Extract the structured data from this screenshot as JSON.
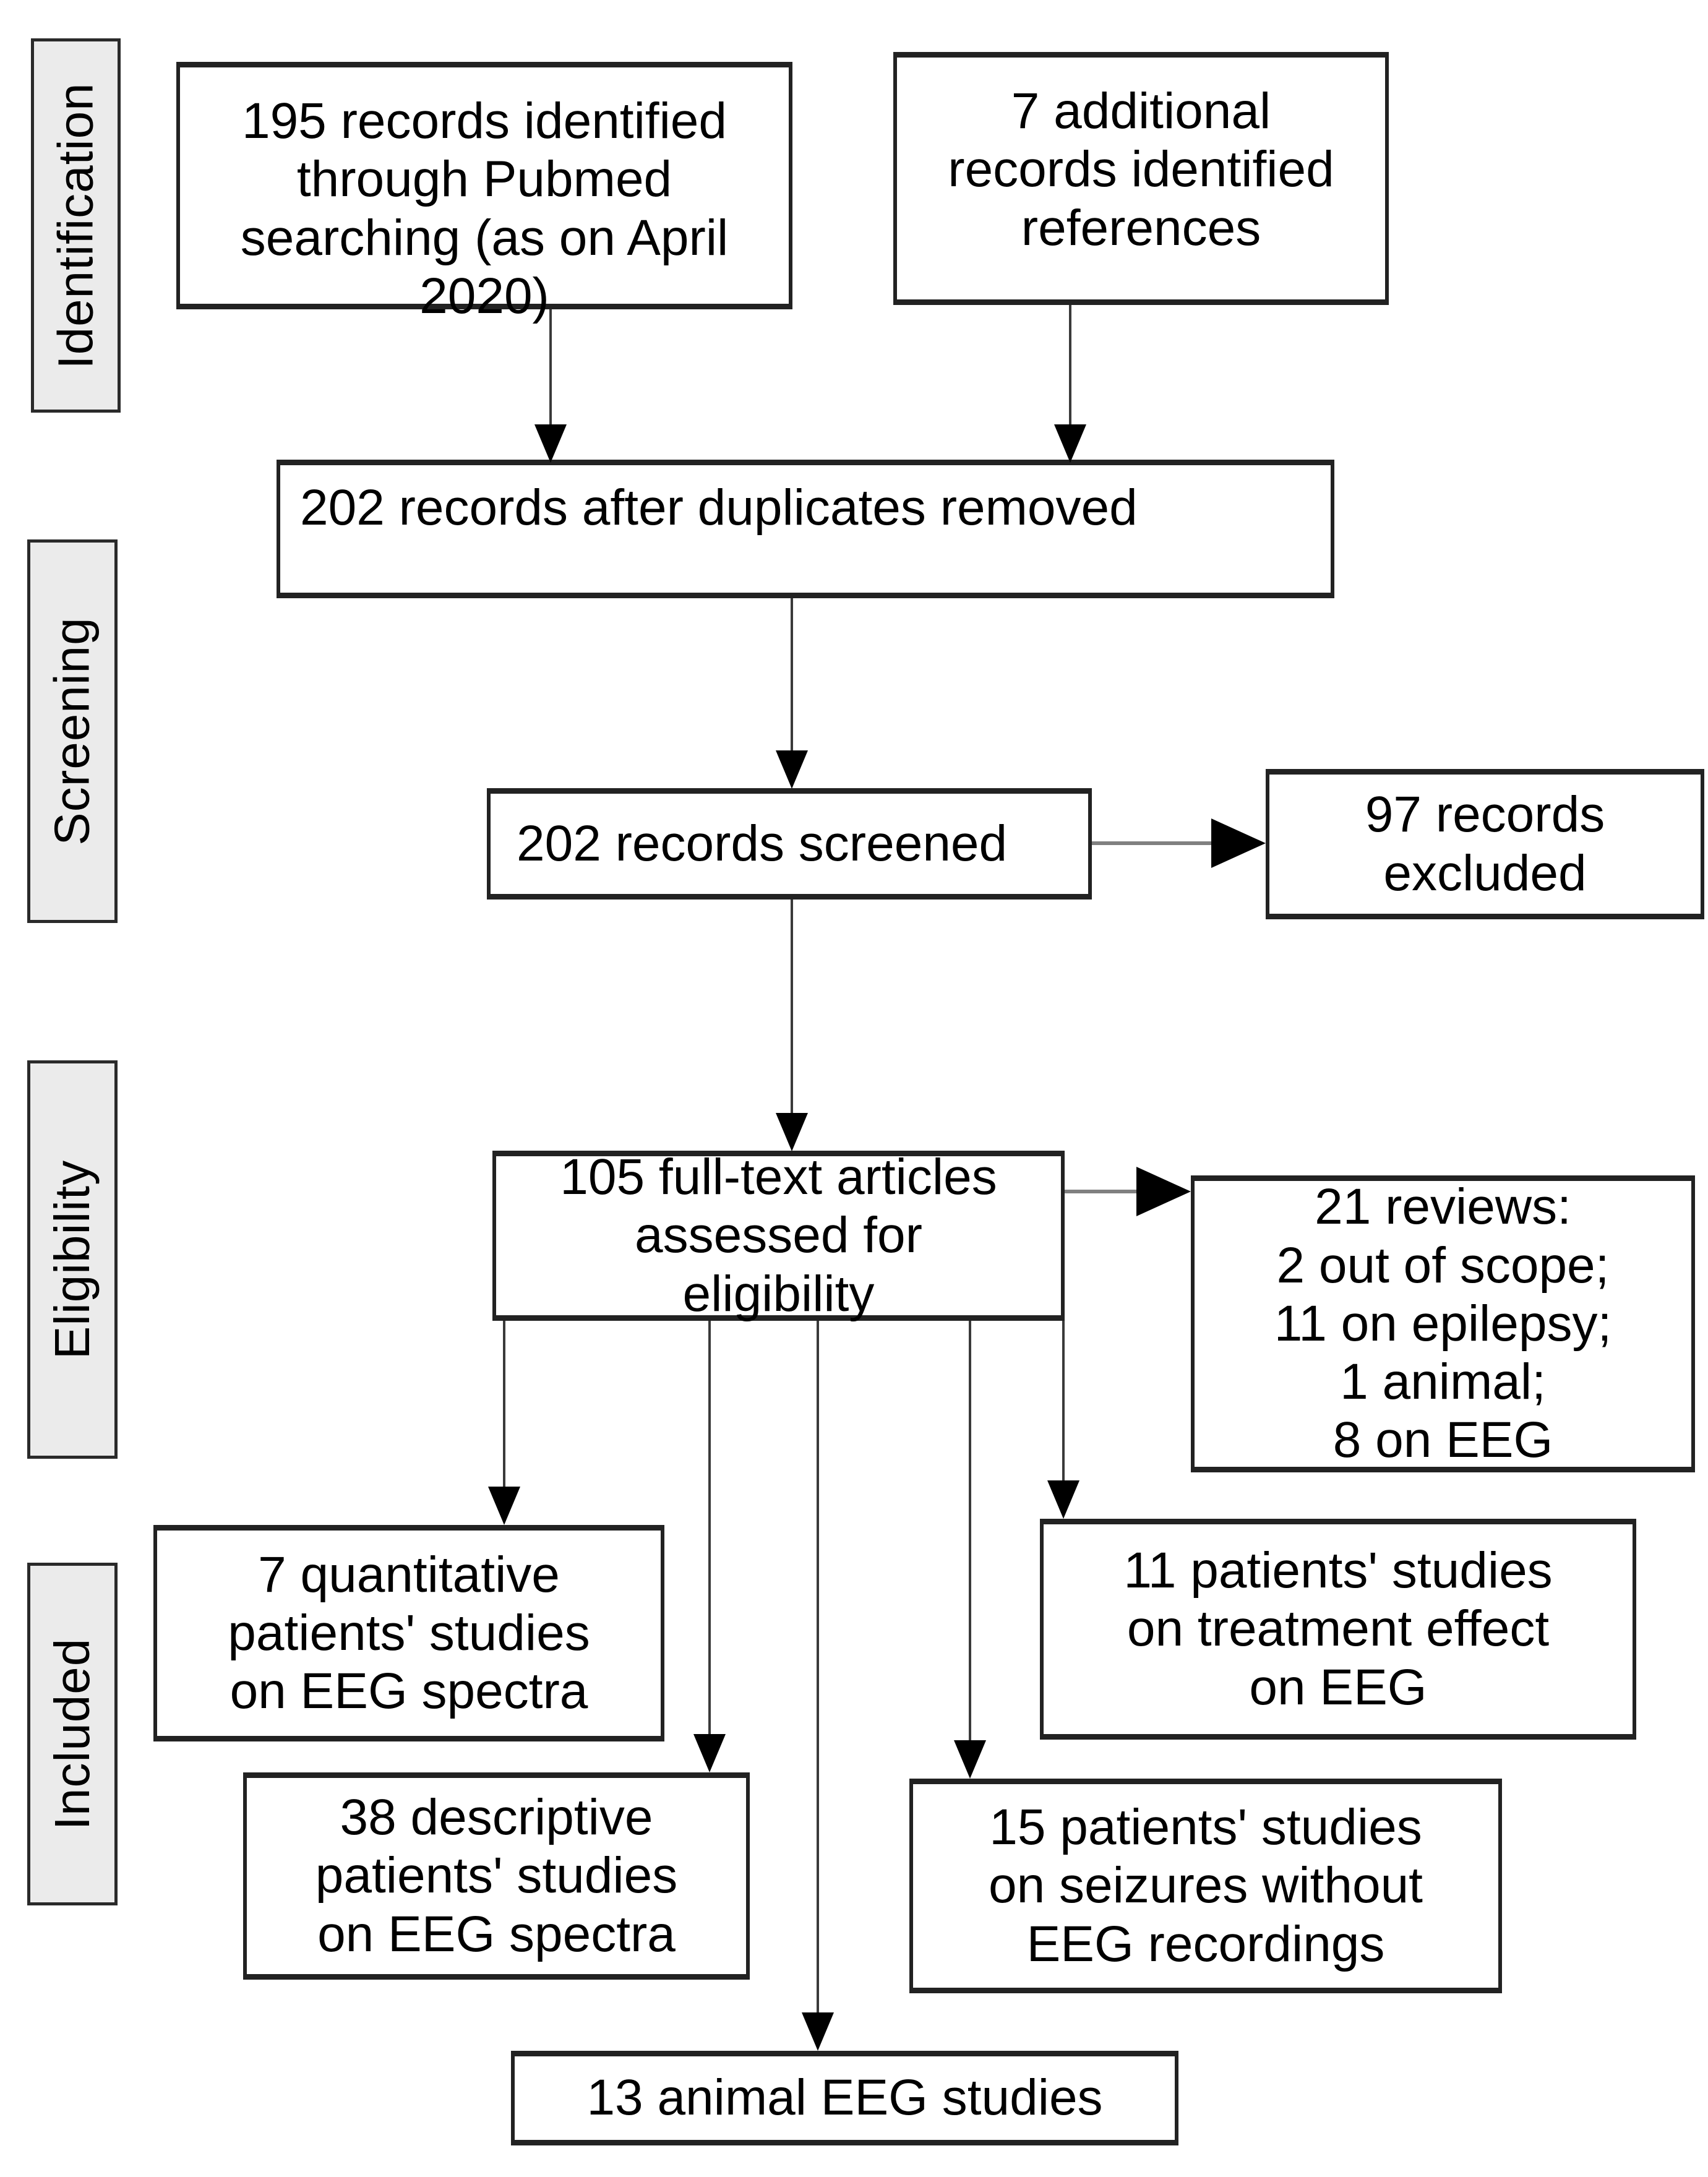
{
  "diagram_title": "PRISMA study selection flow diagram",
  "stages": {
    "identification": {
      "label": "Identification"
    },
    "screening": {
      "label": "Screening"
    },
    "eligibility": {
      "label": "Eligibility"
    },
    "included": {
      "label": "Included"
    }
  },
  "nodes": {
    "identified": {
      "text": "195 records identified\nthrough Pubmed\nsearching (as on April\n2020)"
    },
    "additional": {
      "text": "7 additional\nrecords identified\nreferences"
    },
    "duplicates": {
      "text": "202 records after duplicates removed"
    },
    "screened": {
      "text": "202 records screened"
    },
    "excluded": {
      "text": "97 records\nexcluded"
    },
    "fulltext": {
      "text": "105 full-text articles\nassessed for\neligibility"
    },
    "reviews": {
      "text": "21 reviews:\n2 out of scope;\n11 on epilepsy;\n1 animal;\n8 on EEG"
    },
    "quantitative": {
      "text": "7 quantitative\npatients' studies\non EEG spectra"
    },
    "descriptive": {
      "text": "38 descriptive\npatients' studies\non EEG spectra"
    },
    "treatment": {
      "text": "11 patients' studies\non treatment effect\non EEG"
    },
    "seizures": {
      "text": "15 patients' studies\non seizures without\nEEG recordings"
    },
    "animal": {
      "text": "13 animal EEG studies"
    }
  },
  "colors": {
    "stage_fill": "#ebebeb",
    "box_border": "#222222",
    "connector_line": "#3a3a3a",
    "connector_gray": "#808080",
    "arrowhead": "#000000",
    "text": "#000000",
    "background": "#ffffff"
  }
}
